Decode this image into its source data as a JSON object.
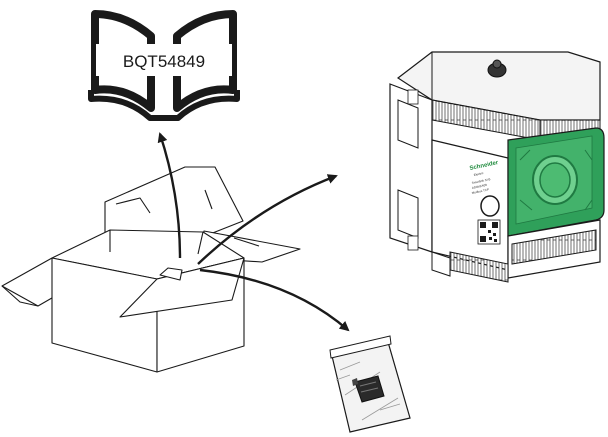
{
  "book": {
    "code": "BQT54849"
  },
  "device": {
    "brand": "Schneider",
    "brand_sub": "Electric",
    "label_line1": "Smartlink SI B",
    "label_line2": "A9XMZA08",
    "label_line3": "Modbus TCP"
  },
  "colors": {
    "accent_green": "#2fa05a",
    "accent_green_light": "#6fd08f",
    "line": "#1a1a1a"
  },
  "icons": [
    "open-book-icon",
    "open-box-icon",
    "device-module-icon",
    "accessory-bag-icon"
  ]
}
